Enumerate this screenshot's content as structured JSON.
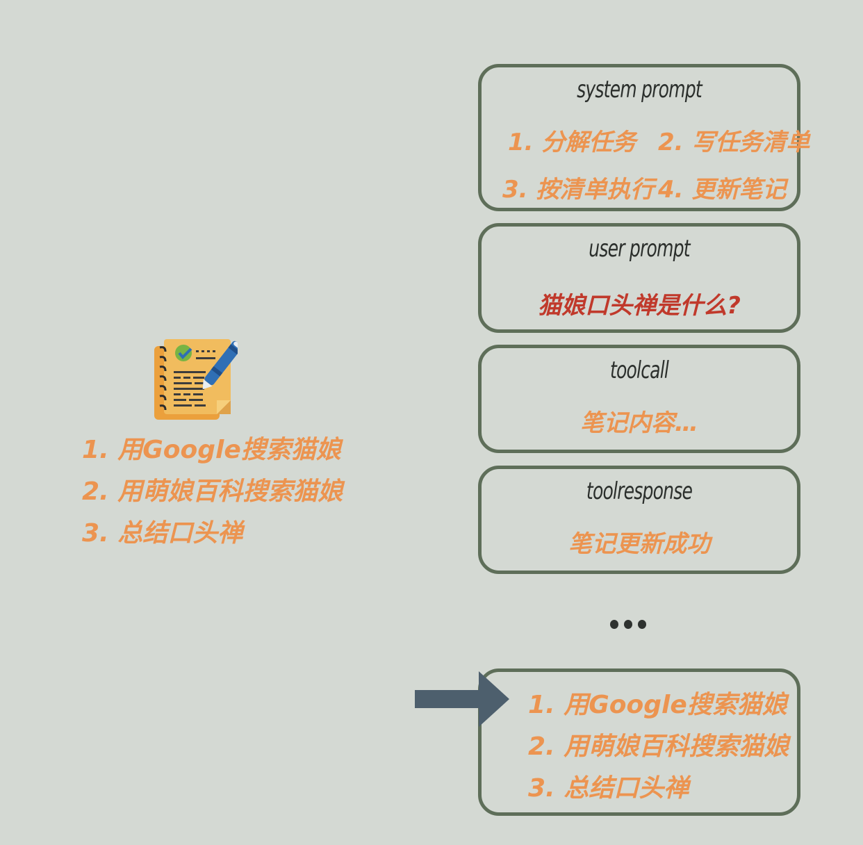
{
  "left_panel": {
    "icon": "notebook-checklist-icon",
    "task_list": [
      "1. 用Google搜索猫娘",
      "2. 用萌娘百科搜索猫娘",
      "3. 总结口头禅"
    ]
  },
  "context_stack": {
    "system_prompt": {
      "title": "system prompt",
      "items": [
        "1. 分解任务",
        "2. 写任务清单",
        "3. 按清单执行",
        "4. 更新笔记"
      ]
    },
    "user_prompt": {
      "title": "user prompt",
      "content": "猫娘口头禅是什么?"
    },
    "toolcall": {
      "title": "toolcall",
      "content": "笔记内容…"
    },
    "toolresponse": {
      "title": "toolresponse",
      "content": "笔记更新成功"
    },
    "ellipsis": "...",
    "final_box": {
      "items": [
        "1. 用Google搜索猫娘",
        "2. 用萌娘百科搜索猫娘",
        "3. 总结口头禅"
      ]
    }
  },
  "colors": {
    "background": "#d4d9d3",
    "box_border": "#5e6e59",
    "orange_text": "#ec9450",
    "red_text": "#c0392b",
    "title_text": "#2b2f2c",
    "arrow": "#4d5f6d"
  }
}
